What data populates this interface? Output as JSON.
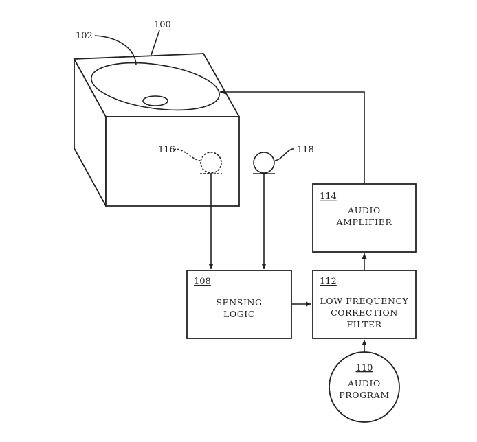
{
  "refs": {
    "device": "100",
    "speaker_driver": "102",
    "mic_a": "116",
    "mic_b": "118"
  },
  "blocks": {
    "sensing_logic": {
      "ref": "108",
      "lines": [
        "SENSING",
        "LOGIC"
      ]
    },
    "lf_filter": {
      "ref": "112",
      "lines": [
        "LOW FREQUENCY",
        "CORRECTION",
        "FILTER"
      ]
    },
    "audio_amplifier": {
      "ref": "114",
      "lines": [
        "AUDIO",
        "AMPLIFIER"
      ]
    },
    "audio_program": {
      "ref": "110",
      "lines": [
        "AUDIO",
        "PROGRAM"
      ]
    }
  },
  "colors": {
    "ink": "#222222",
    "background": "#ffffff"
  }
}
